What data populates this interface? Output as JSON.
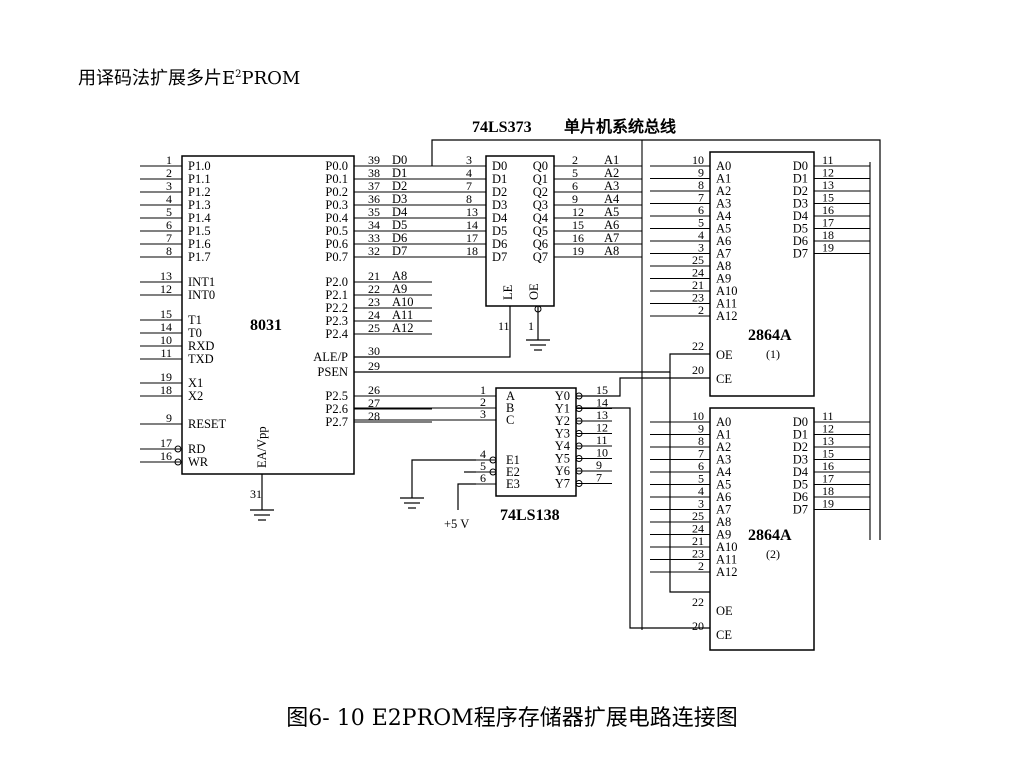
{
  "heading": {
    "text": "用译码法扩展多片E",
    "sup": "2",
    "tail": "PROM"
  },
  "caption": "图6- 10  E2PROM程序存储器扩展电路连接图",
  "chips": {
    "mcu": "8031",
    "latch": "74LS373",
    "bus": "单片机系统总线",
    "decoder": "74LS138",
    "eeprom1": "2864A",
    "eeprom1_idx": "(1)",
    "eeprom2": "2864A",
    "eeprom2_idx": "(2)",
    "vcc": "+5 V"
  },
  "mcu_left_pins": [
    {
      "num": "1",
      "name": "P1.0"
    },
    {
      "num": "2",
      "name": "P1.1"
    },
    {
      "num": "3",
      "name": "P1.2"
    },
    {
      "num": "4",
      "name": "P1.3"
    },
    {
      "num": "5",
      "name": "P1.4"
    },
    {
      "num": "6",
      "name": "P1.5"
    },
    {
      "num": "7",
      "name": "P1.6"
    },
    {
      "num": "8",
      "name": "P1.7"
    },
    {
      "num": "13",
      "name": "INT1"
    },
    {
      "num": "12",
      "name": "INT0"
    },
    {
      "num": "15",
      "name": "T1"
    },
    {
      "num": "14",
      "name": "T0"
    },
    {
      "num": "10",
      "name": "RXD"
    },
    {
      "num": "11",
      "name": "TXD"
    },
    {
      "num": "19",
      "name": "X1"
    },
    {
      "num": "18",
      "name": "X2"
    },
    {
      "num": "9",
      "name": "RESET"
    },
    {
      "num": "17",
      "name": "RD"
    },
    {
      "num": "16",
      "name": "WR"
    }
  ],
  "mcu_right_pins": [
    {
      "num": "39",
      "name": "P0.0",
      "net": "D0"
    },
    {
      "num": "38",
      "name": "P0.1",
      "net": "D1"
    },
    {
      "num": "37",
      "name": "P0.2",
      "net": "D2"
    },
    {
      "num": "36",
      "name": "P0.3",
      "net": "D3"
    },
    {
      "num": "35",
      "name": "P0.4",
      "net": "D4"
    },
    {
      "num": "34",
      "name": "P0.5",
      "net": "D5"
    },
    {
      "num": "33",
      "name": "P0.6",
      "net": "D6"
    },
    {
      "num": "32",
      "name": "P0.7",
      "net": "D7"
    },
    {
      "num": "21",
      "name": "P2.0",
      "net": "A8"
    },
    {
      "num": "22",
      "name": "P2.1",
      "net": "A9"
    },
    {
      "num": "23",
      "name": "P2.2",
      "net": "A10"
    },
    {
      "num": "24",
      "name": "P2.3",
      "net": "A11"
    },
    {
      "num": "25",
      "name": "P2.4",
      "net": "A12"
    },
    {
      "num": "30",
      "name": "ALE/P",
      "net": ""
    },
    {
      "num": "29",
      "name": "PSEN",
      "net": ""
    },
    {
      "num": "26",
      "name": "P2.5",
      "net": ""
    },
    {
      "num": "27",
      "name": "P2.6",
      "net": ""
    },
    {
      "num": "28",
      "name": "P2.7",
      "net": ""
    }
  ],
  "mcu_bottom": {
    "num": "31",
    "name": "EA/Vpp"
  },
  "latch_pins": [
    {
      "inum": "3",
      "in": "D0",
      "out": "Q0",
      "onum": "2",
      "net": "A1"
    },
    {
      "inum": "4",
      "in": "D1",
      "out": "Q1",
      "onum": "5",
      "net": "A2"
    },
    {
      "inum": "7",
      "in": "D2",
      "out": "Q2",
      "onum": "6",
      "net": "A3"
    },
    {
      "inum": "8",
      "in": "D3",
      "out": "Q3",
      "onum": "9",
      "net": "A4"
    },
    {
      "inum": "13",
      "in": "D4",
      "out": "Q4",
      "onum": "12",
      "net": "A5"
    },
    {
      "inum": "14",
      "in": "D5",
      "out": "Q5",
      "onum": "15",
      "net": "A6"
    },
    {
      "inum": "17",
      "in": "D6",
      "out": "Q6",
      "onum": "16",
      "net": "A7"
    },
    {
      "inum": "18",
      "in": "D7",
      "out": "Q7",
      "onum": "19",
      "net": "A8"
    }
  ],
  "latch_bottom": [
    {
      "num": "11",
      "name": "LE"
    },
    {
      "num": "1",
      "name": "OE"
    }
  ],
  "decoder_inputs": [
    {
      "num": "1",
      "name": "A"
    },
    {
      "num": "2",
      "name": "B"
    },
    {
      "num": "3",
      "name": "C"
    },
    {
      "num": "4",
      "name": "E1"
    },
    {
      "num": "5",
      "name": "E2"
    },
    {
      "num": "6",
      "name": "E3"
    }
  ],
  "decoder_outputs": [
    {
      "name": "Y0",
      "num": "15"
    },
    {
      "name": "Y1",
      "num": "14"
    },
    {
      "name": "Y2",
      "num": "13"
    },
    {
      "name": "Y3",
      "num": "12"
    },
    {
      "name": "Y4",
      "num": "11"
    },
    {
      "name": "Y5",
      "num": "10"
    },
    {
      "name": "Y6",
      "num": "9"
    },
    {
      "name": "Y7",
      "num": "7"
    }
  ],
  "eeprom_addr_pins": [
    {
      "num": "10",
      "name": "A0"
    },
    {
      "num": "9",
      "name": "A1"
    },
    {
      "num": "8",
      "name": "A2"
    },
    {
      "num": "7",
      "name": "A3"
    },
    {
      "num": "6",
      "name": "A4"
    },
    {
      "num": "5",
      "name": "A5"
    },
    {
      "num": "4",
      "name": "A6"
    },
    {
      "num": "3",
      "name": "A7"
    },
    {
      "num": "25",
      "name": "A8"
    },
    {
      "num": "24",
      "name": "A9"
    },
    {
      "num": "21",
      "name": "A10"
    },
    {
      "num": "23",
      "name": "A11"
    },
    {
      "num": "2",
      "name": "A12"
    }
  ],
  "eeprom_data_pins": [
    {
      "name": "D0",
      "num": "11"
    },
    {
      "name": "D1",
      "num": "12"
    },
    {
      "name": "D2",
      "num": "13"
    },
    {
      "name": "D3",
      "num": "15"
    },
    {
      "name": "D4",
      "num": "16"
    },
    {
      "name": "D5",
      "num": "17"
    },
    {
      "name": "D6",
      "num": "18"
    },
    {
      "name": "D7",
      "num": "19"
    }
  ],
  "eeprom_ctrl_pins": [
    {
      "num": "22",
      "name": "OE"
    },
    {
      "num": "20",
      "name": "CE"
    }
  ]
}
